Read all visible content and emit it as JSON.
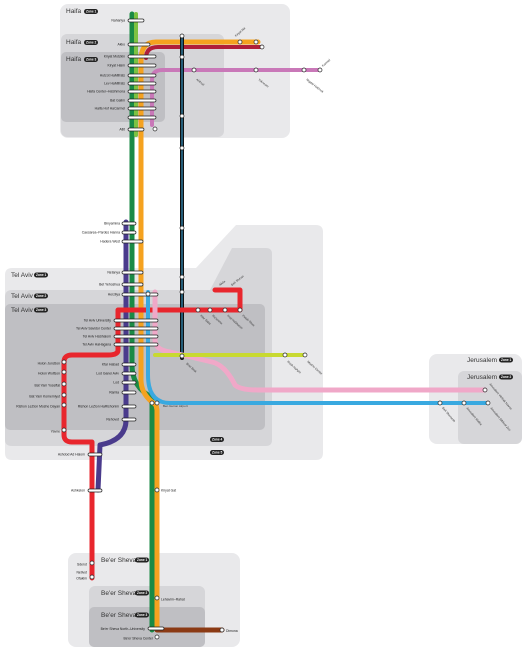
{
  "colors": {
    "coastal": "#1a8a45",
    "lime": "#7dc242",
    "orange": "#f5a21f",
    "purple": "#4a3b8c",
    "red": "#e8262d",
    "crimson": "#b01f3a",
    "mauve": "#c978b8",
    "black": "#111111",
    "blue": "#39a9e0",
    "pink": "#f0a8c8",
    "yellowgreen": "#c8d931",
    "brown": "#8b3a14",
    "zone_light": "#e9e9eb",
    "zone_mid": "#d6d6d9",
    "zone_dark": "#bfbfc3",
    "badge": "#222222"
  },
  "zones": {
    "haifa_outer": {
      "title": "Haifa",
      "badge": "Zone 1"
    },
    "haifa_mid": {
      "title": "Haifa",
      "badge": "Zone 2"
    },
    "haifa_inner": {
      "title": "Haifa",
      "badge": "Zone 3"
    },
    "telaviv_outer": {
      "title": "Tel Aviv",
      "badge": "Zone 1"
    },
    "telaviv_mid": {
      "title": "Tel Aviv",
      "badge": "Zone 2"
    },
    "telaviv_inner": {
      "title": "Tel Aviv",
      "badge": "Zone 3"
    },
    "jerusalem_outer": {
      "title": "Jerusalem",
      "badge": "Zone 1"
    },
    "jerusalem_inner": {
      "title": "Jerusalem",
      "badge": "Zone 2"
    },
    "beersheva_outer": {
      "title": "Be'er Sheva",
      "badge": "Zone 1"
    },
    "beersheva_mid": {
      "title": "Be'er Sheva",
      "badge": "Zone 2"
    },
    "beersheva_inner": {
      "title": "Be'er Sheva",
      "badge": "Zone 3"
    },
    "extra_badges": [
      "Zone 4",
      "Zone 5"
    ]
  },
  "stations": {
    "nahariya": "Nahariya",
    "akko": "Akko",
    "kiryat_motzkin": "Kiryat Motzkin",
    "kiryat_haim": "Kiryat Haim",
    "hutzot_hamifrats": "Hutzot HaMifrats",
    "lev_hamifrats": "Lev HaMifrats",
    "haifa_center": "Haifa Center–HaShmona",
    "bat_galim": "Bat Galim",
    "haifa_hof_hacarmel": "Haifa Hof HaCarmel",
    "atlit": "Atlit",
    "binyamina": "Binyamina",
    "caesarea": "Caesarea–Pardes Hanna",
    "hadera_west": "Hadera West",
    "netanya": "Netanya",
    "bet_yehoshua": "Bet Yehoshua",
    "herzliya": "Herzliya",
    "ta_university": "Tel Aviv University",
    "ta_savidor": "Tel Aviv Savidor Center",
    "ta_hashalom": "Tel Aviv HaShalom",
    "ta_hahagana": "Tel Aviv HaHagana",
    "holon_junction": "Holon Junction",
    "holon_wolfson": "Holon Wolfson",
    "bat_yam_yoseftal": "Bat Yam Yoseftal",
    "bat_yam_komemiyut": "Bat Yam Komemiyut",
    "rishon_moshe_dayan": "Rishon LeZion Moshe Dayan",
    "kfar_habad": "Kfar Habad",
    "lod_ganei_aviv": "Lod Ganei Aviv",
    "lod": "Lod",
    "ramla": "Ramla",
    "bnei_brak": "Bnei Brak",
    "rishon_harishonim": "Rishon LeZion HaRishonim",
    "beit_shemesh": "Beit Shemesh",
    "rehovot": "Rehovot",
    "yavne": "Yavne",
    "ashdod": "Ashdod Ad Halom",
    "ashkelon": "Ashkelon",
    "kiryat_gat": "Kiryat Gat",
    "netivot": "Netivot",
    "lehavim": "Lehavim–Rahat",
    "beer_sheva_north": "Be'er Sheva North–University",
    "beer_sheva_center": "Be'er Sheva Center",
    "dimona": "Dimona",
    "rosh_haayin": "Rosh HaAyin",
    "kfar_saba": "Kfar Saba",
    "raanana": "Ra'anana",
    "hod_hasharon": "Hod HaSharon",
    "petah_tikva": "Petah Tikva",
    "modiin": "Modi'in Center",
    "ben_gurion": "Ben Gurion Airport",
    "jerusalem_malha": "Jerusalem Malha",
    "jerusalem_biblical_zoo": "Jerusalem Biblical Zoo",
    "jerusalem_yitzhak_navon": "Jerusalem Yitzhak Navon",
    "karmiel": "Karmiel",
    "ahihud": "Ahihud",
    "afula": "Afula",
    "beit_shean": "Beit She'an",
    "yokneam": "Yokneam",
    "migdal_haemek": "Migdal HaEmek",
    "kiryat_ata": "Kiryat Ata",
    "sderot": "Sderot",
    "ofakim": "Ofakim"
  }
}
